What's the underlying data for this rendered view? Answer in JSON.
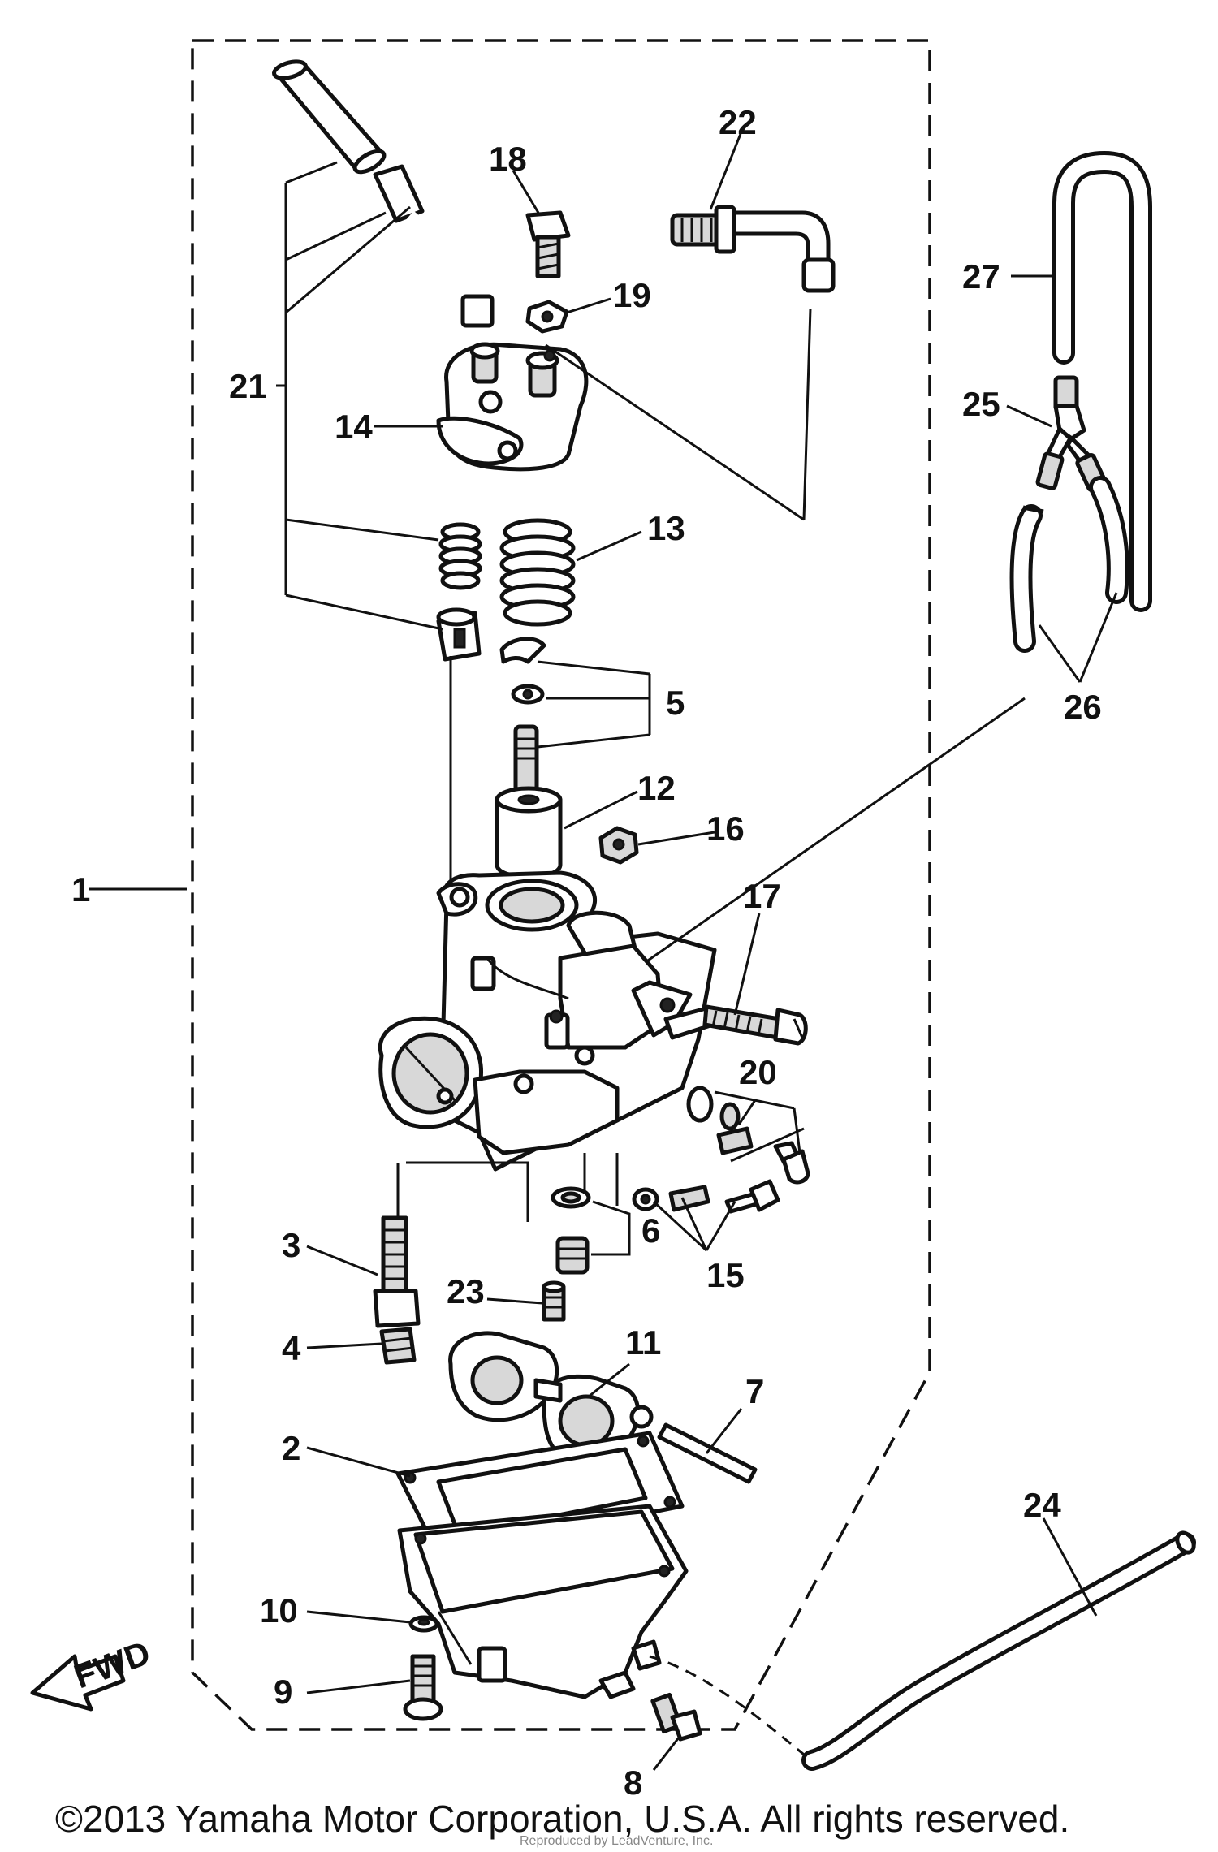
{
  "diagram": {
    "callouts": {
      "c1": "1",
      "c2": "2",
      "c3": "3",
      "c4": "4",
      "c5": "5",
      "c6": "6",
      "c7": "7",
      "c8": "8",
      "c9": "9",
      "c10": "10",
      "c11": "11",
      "c12": "12",
      "c13": "13",
      "c14": "14",
      "c15": "15",
      "c16": "16",
      "c17": "17",
      "c18": "18",
      "c19": "19",
      "c20": "20",
      "c21": "21",
      "c22": "22",
      "c23": "23",
      "c24": "24",
      "c25": "25",
      "c26": "26",
      "c27": "27"
    },
    "fwd_label": "FWD"
  },
  "footer": {
    "copyright": "©2013 Yamaha Motor Corporation, U.S.A. All rights reserved.",
    "watermark": "Reproduced by LeadVenture, Inc."
  }
}
